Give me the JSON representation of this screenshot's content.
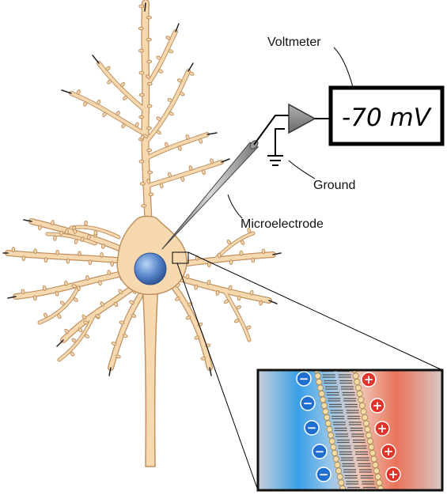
{
  "labels": {
    "voltmeter": "Voltmeter",
    "reading": "-70 mV",
    "ground": "Ground",
    "microelectrode": "Microelectrode"
  },
  "ions": {
    "negative_symbol": "−",
    "positive_symbol": "+",
    "negative_count": 5,
    "positive_count": 5
  },
  "colors": {
    "neuron_fill": "#f7d9b0",
    "neuron_stroke": "#c09060",
    "nucleus": "#4a78c0",
    "negative_ion": "#1f6fd0",
    "positive_ion": "#e2332b",
    "inside_tint": "#3aa0e8",
    "outside_tint": "#e8735a",
    "membrane_head": "#f5dca5",
    "membrane_tail": "#555555"
  }
}
